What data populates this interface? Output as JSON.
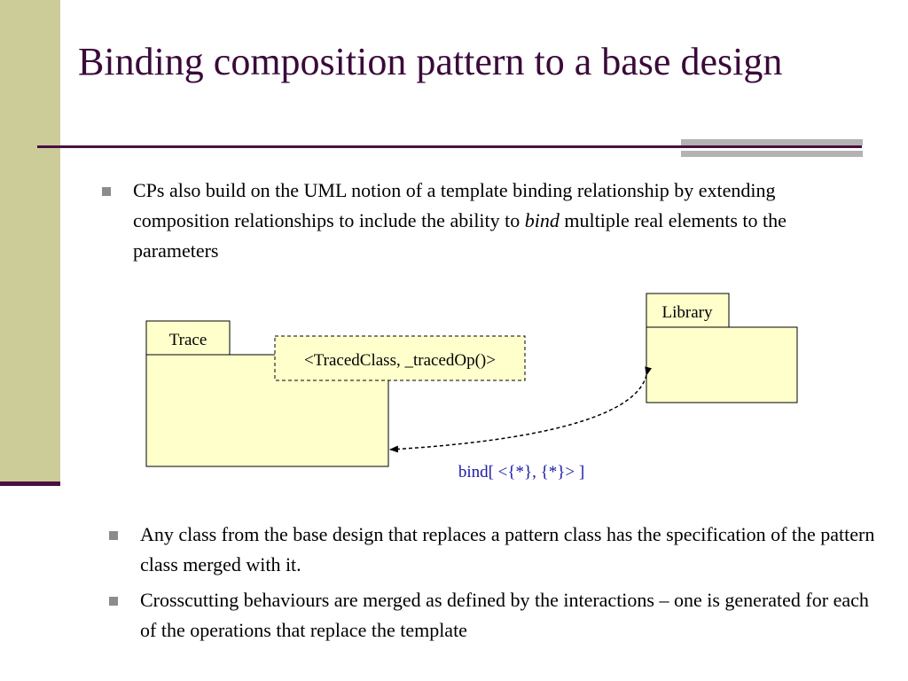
{
  "slide": {
    "title": "Binding composition pattern to a base design",
    "bullets": [
      {
        "text_before": "CPs also build on the UML notion of a template binding relationship by extending composition relationships to include the ability to ",
        "emphasis": "bind",
        "text_after": " multiple real elements to the parameters"
      },
      {
        "text": "Any class from the base design that replaces a pattern class has the specification of the pattern class merged with it."
      },
      {
        "text": "Crosscutting behaviours are merged as defined by the interactions – one is generated for each of the operations that replace the template"
      }
    ]
  },
  "diagram": {
    "trace_package": {
      "tab_label": "Trace",
      "template_params": "<TracedClass, _tracedOp()>"
    },
    "library_package": {
      "tab_label": "Library"
    },
    "binding_label": "bind[ <{*}, {*}> ]",
    "colors": {
      "package_fill": "#ffffcc",
      "binding_label": "#1a1aa6",
      "title": "#3a0a3a",
      "sidebar": "#cccc99"
    }
  }
}
